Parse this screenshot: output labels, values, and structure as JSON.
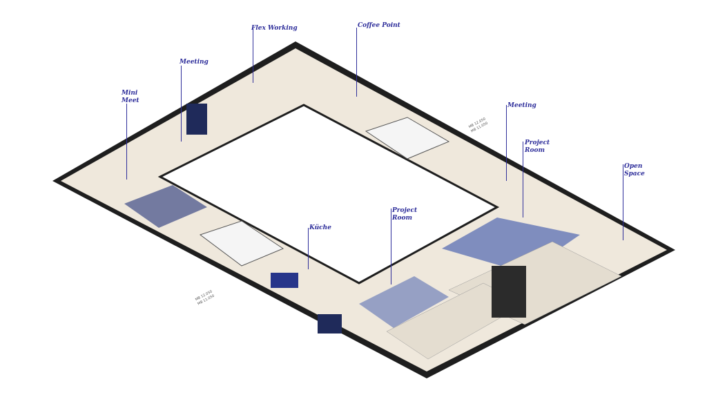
{
  "title": "Isometric office floor plan",
  "labels": {
    "mini_meet": "Mini\nMeet",
    "meeting_left": "Meeting",
    "flex_working": "Flex Working",
    "coffee_point": "Coffee Point",
    "meeting_right": "Meeting",
    "project_room_right": "Project\nRoom",
    "open_space": "Open\nSpace",
    "kueche": "Küche",
    "project_room_center": "Project\nRoom"
  },
  "dimensions": {
    "left": "MB 12.050\nMB 11.050",
    "right": "MB 12.050\nMB 11.050"
  },
  "colors": {
    "accent": "#2d2d9a",
    "floor": "#efe8dc",
    "wall": "#1e1e1e",
    "zone": "#4b5fa8"
  }
}
